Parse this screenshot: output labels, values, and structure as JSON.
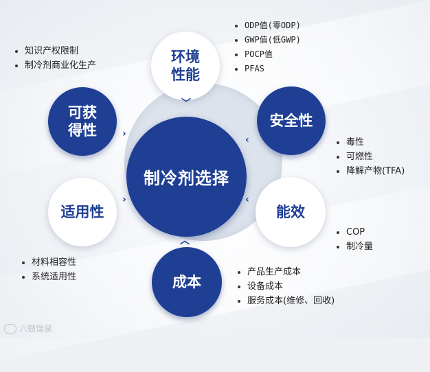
{
  "center": {
    "label": "制冷剂选择"
  },
  "nodes": {
    "environment": {
      "line1": "环境",
      "line2": "性能"
    },
    "safety": {
      "label": "安全性"
    },
    "efficiency": {
      "label": "能效"
    },
    "cost": {
      "label": "成本"
    },
    "applicability": {
      "label": "适用性"
    },
    "availability": {
      "line1": "可获",
      "line2": "得性"
    }
  },
  "lists": {
    "environment": [
      "ODP值(零ODP)",
      "GWP值(低GWP)",
      "POCP值",
      "PFAS"
    ],
    "availability": [
      "知识产权限制",
      "制冷剂商业化生产"
    ],
    "safety": [
      "毒性",
      "可燃性",
      "降解产物(TFA)"
    ],
    "efficiency": [
      "COP",
      "制冷量"
    ],
    "applicability": [
      "材料相容性",
      "系统适用性"
    ],
    "cost": [
      "产品生产成本",
      "设备成本",
      "服务成本(维修、回收)"
    ]
  },
  "watermark": {
    "text": "六鼓瑞泉"
  },
  "colors": {
    "primary": "#1f3f94",
    "white": "#ffffff"
  }
}
